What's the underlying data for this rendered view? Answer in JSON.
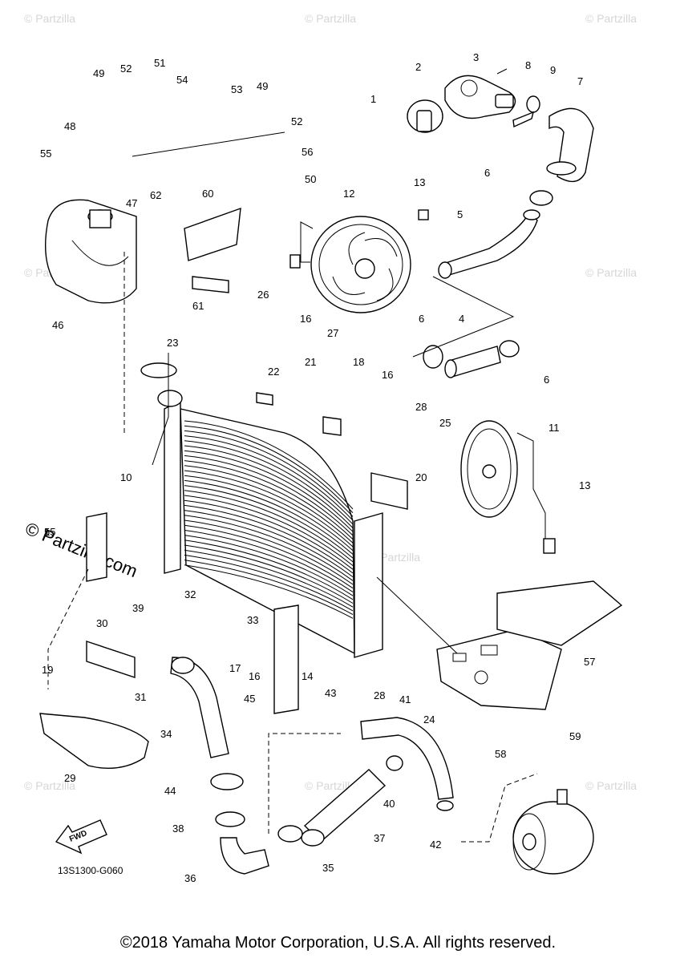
{
  "diagram": {
    "code": "13S1300-G060",
    "fwd_label": "FWD",
    "watermark": "© Partzilla.com",
    "watermark_small": "© Partzilla",
    "copyright": "©2018 Yamaha Motor Corporation, U.S.A. All rights reserved."
  },
  "callouts": [
    "1",
    "2",
    "3",
    "4",
    "5",
    "5",
    "6",
    "6",
    "6",
    "7",
    "8",
    "9",
    "10",
    "11",
    "12",
    "13",
    "13",
    "14",
    "15",
    "16",
    "16",
    "16",
    "17",
    "18",
    "19",
    "20",
    "21",
    "22",
    "23",
    "24",
    "25",
    "26",
    "27",
    "28",
    "28",
    "29",
    "30",
    "31",
    "32",
    "33",
    "34",
    "35",
    "36",
    "37",
    "38",
    "39",
    "40",
    "41",
    "42",
    "43",
    "44",
    "45",
    "46",
    "47",
    "48",
    "49",
    "49",
    "50",
    "51",
    "52",
    "52",
    "53",
    "54",
    "55",
    "56",
    "57",
    "58",
    "59",
    "60",
    "61",
    "62"
  ]
}
